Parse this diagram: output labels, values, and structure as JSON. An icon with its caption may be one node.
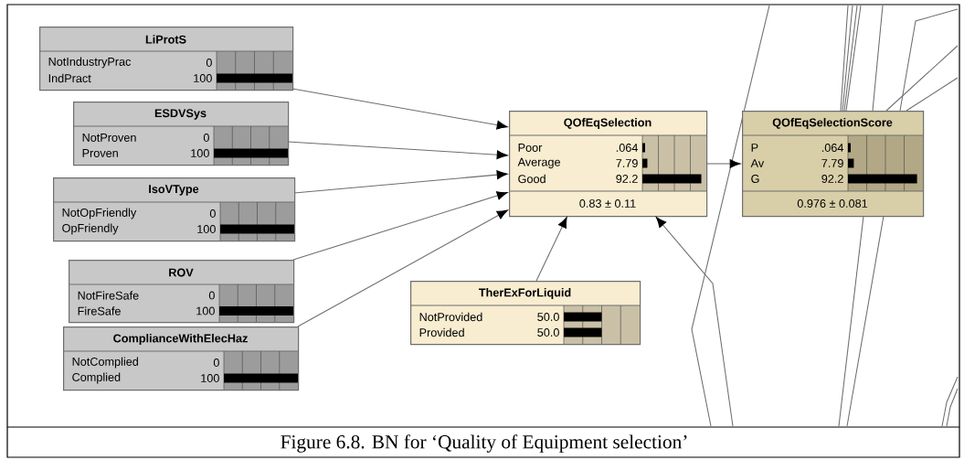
{
  "diagram": {
    "caption": "Figure 6.8. BN for ‘Quality of Equipment selection’",
    "nodes": [
      {
        "text": [
          "LiProtS",
          "NotIndustryPrac",
          "0",
          "IndPract",
          "100"
        ]
      },
      {
        "text": [
          "ESDVSys",
          "NotProven",
          "0",
          "Proven",
          "100"
        ]
      },
      {
        "text": [
          "IsoVType",
          "NotOpFriendly",
          "0",
          "OpFriendly",
          "100"
        ]
      },
      {
        "text": [
          "ROV",
          "NotFireSafe",
          "0",
          "FireSafe",
          "100"
        ]
      },
      {
        "text": [
          "ComplianceWithElecHaz",
          "NotComplied",
          "0",
          "Complied",
          "100"
        ]
      },
      {
        "text": [
          "QOfEqSelection",
          "Poor",
          ".064",
          "Average",
          "7.79",
          "Good",
          "92.2",
          "0.83 ± 0.11"
        ]
      },
      {
        "text": [
          "QOfEqSelectionScore",
          "P",
          ".064",
          "Av",
          "7.79",
          "G",
          "92.2",
          "0.976 ± 0.081"
        ]
      },
      {
        "text": [
          "TherExForLiquid",
          "NotProvided",
          "50.0",
          "Provided",
          "50.0"
        ]
      }
    ],
    "edges": [
      {
        "from": 0,
        "to": 5,
        "arrow": "to"
      },
      {
        "from": 1,
        "to": 5,
        "arrow": "to"
      },
      {
        "from": 2,
        "to": 5,
        "arrow": "to"
      },
      {
        "from": 3,
        "to": 5,
        "arrow": "to"
      },
      {
        "from": 4,
        "to": 5,
        "arrow": "to"
      },
      {
        "from": 7,
        "to": 5,
        "arrow": "to"
      },
      {
        "from": 5,
        "to": 6,
        "arrow": "to"
      },
      {
        "from": null,
        "to": 5,
        "arrow": "to"
      },
      {
        "from": 6,
        "to": null,
        "arrow": "none"
      },
      {
        "from": 6,
        "to": null,
        "arrow": "none"
      },
      {
        "from": 6,
        "to": null,
        "arrow": "none"
      },
      {
        "from": 6,
        "to": null,
        "arrow": "none"
      },
      {
        "from": 6,
        "to": null,
        "arrow": "none"
      },
      {
        "from": 6,
        "to": null,
        "arrow": "none"
      },
      {
        "from": 6,
        "to": null,
        "arrow": "none"
      },
      {
        "from": 6,
        "to": null,
        "arrow": "none"
      },
      {
        "from": 6,
        "to": null,
        "arrow": "none"
      },
      {
        "from": 6,
        "to": null,
        "arrow": "none"
      }
    ]
  }
}
